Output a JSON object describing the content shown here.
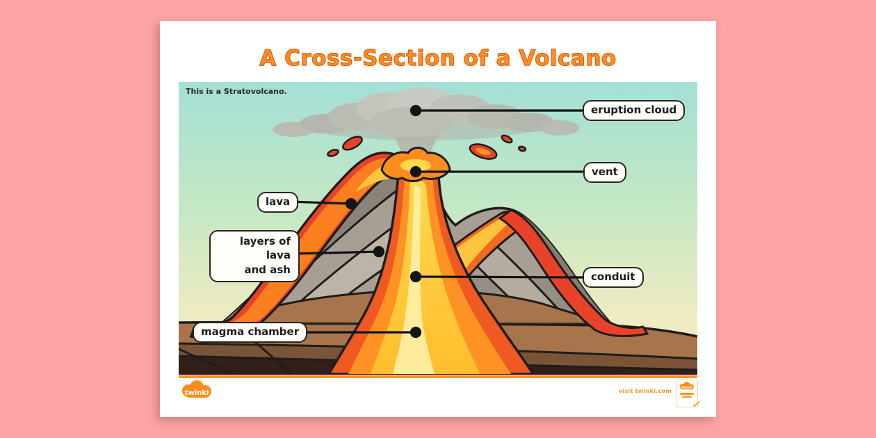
{
  "header": {
    "title": "A Cross-Section of a Volcano"
  },
  "diagram": {
    "note": "This is a Stratovolcano.",
    "labels": {
      "eruption_cloud": "eruption cloud",
      "vent": "vent",
      "lava": "lava",
      "layers_line1": "layers of lava",
      "layers_line2": "and ash",
      "conduit": "conduit",
      "magma_chamber": "magma chamber"
    }
  },
  "footer": {
    "brand": "twinkl",
    "visit": "visit twinkl.com",
    "badge_check": "✓"
  },
  "colors": {
    "background_pink": "#fca4a4",
    "title_orange": "#ff8f1f",
    "title_outline": "#de5a0c",
    "accent_orange": "#f8961d",
    "sky_top": "#a3e0d6",
    "sky_bottom": "#f8eec4",
    "smoke_gray": "#b6b0a7",
    "lava_red": "#e8432a",
    "lava_orange": "#ff9225",
    "lava_yellow": "#ffd84d",
    "rock_gray": "#a89f94",
    "ground_brown": "#a7744b",
    "outline_black": "#1d1d1b",
    "label_background": "#fffdf8"
  }
}
